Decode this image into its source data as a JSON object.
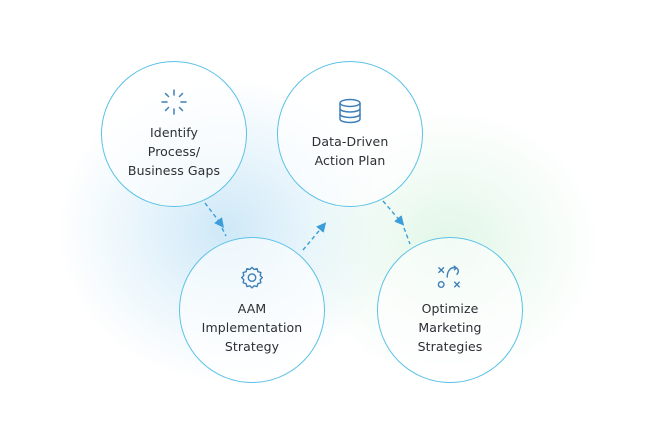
{
  "diagram": {
    "nodes": [
      {
        "id": "identify",
        "label": "Identify\nProcess/\nBusiness Gaps",
        "icon": "spark-burst-icon"
      },
      {
        "id": "data-driven",
        "label": "Data-Driven\nAction Plan",
        "icon": "database-icon"
      },
      {
        "id": "aam",
        "label": "AAM\nImplementation\nStrategy",
        "icon": "gear-icon"
      },
      {
        "id": "optimize",
        "label": "Optimize\nMarketing\nStrategies",
        "icon": "strategy-play-icon"
      }
    ],
    "edges": [
      {
        "from": "identify",
        "to": "aam",
        "style": "dashed-arrow"
      },
      {
        "from": "aam",
        "to": "data-driven",
        "style": "dashed-arrow"
      },
      {
        "from": "data-driven",
        "to": "optimize",
        "style": "dashed-arrow"
      }
    ],
    "colors": {
      "node_border": "#5cc2e6",
      "icon": "#3f7fb8",
      "connector": "#3c9ed8",
      "text": "#2c2f33",
      "glow_blue": "#d2ebf8",
      "glow_green": "#dcf5e4"
    }
  }
}
